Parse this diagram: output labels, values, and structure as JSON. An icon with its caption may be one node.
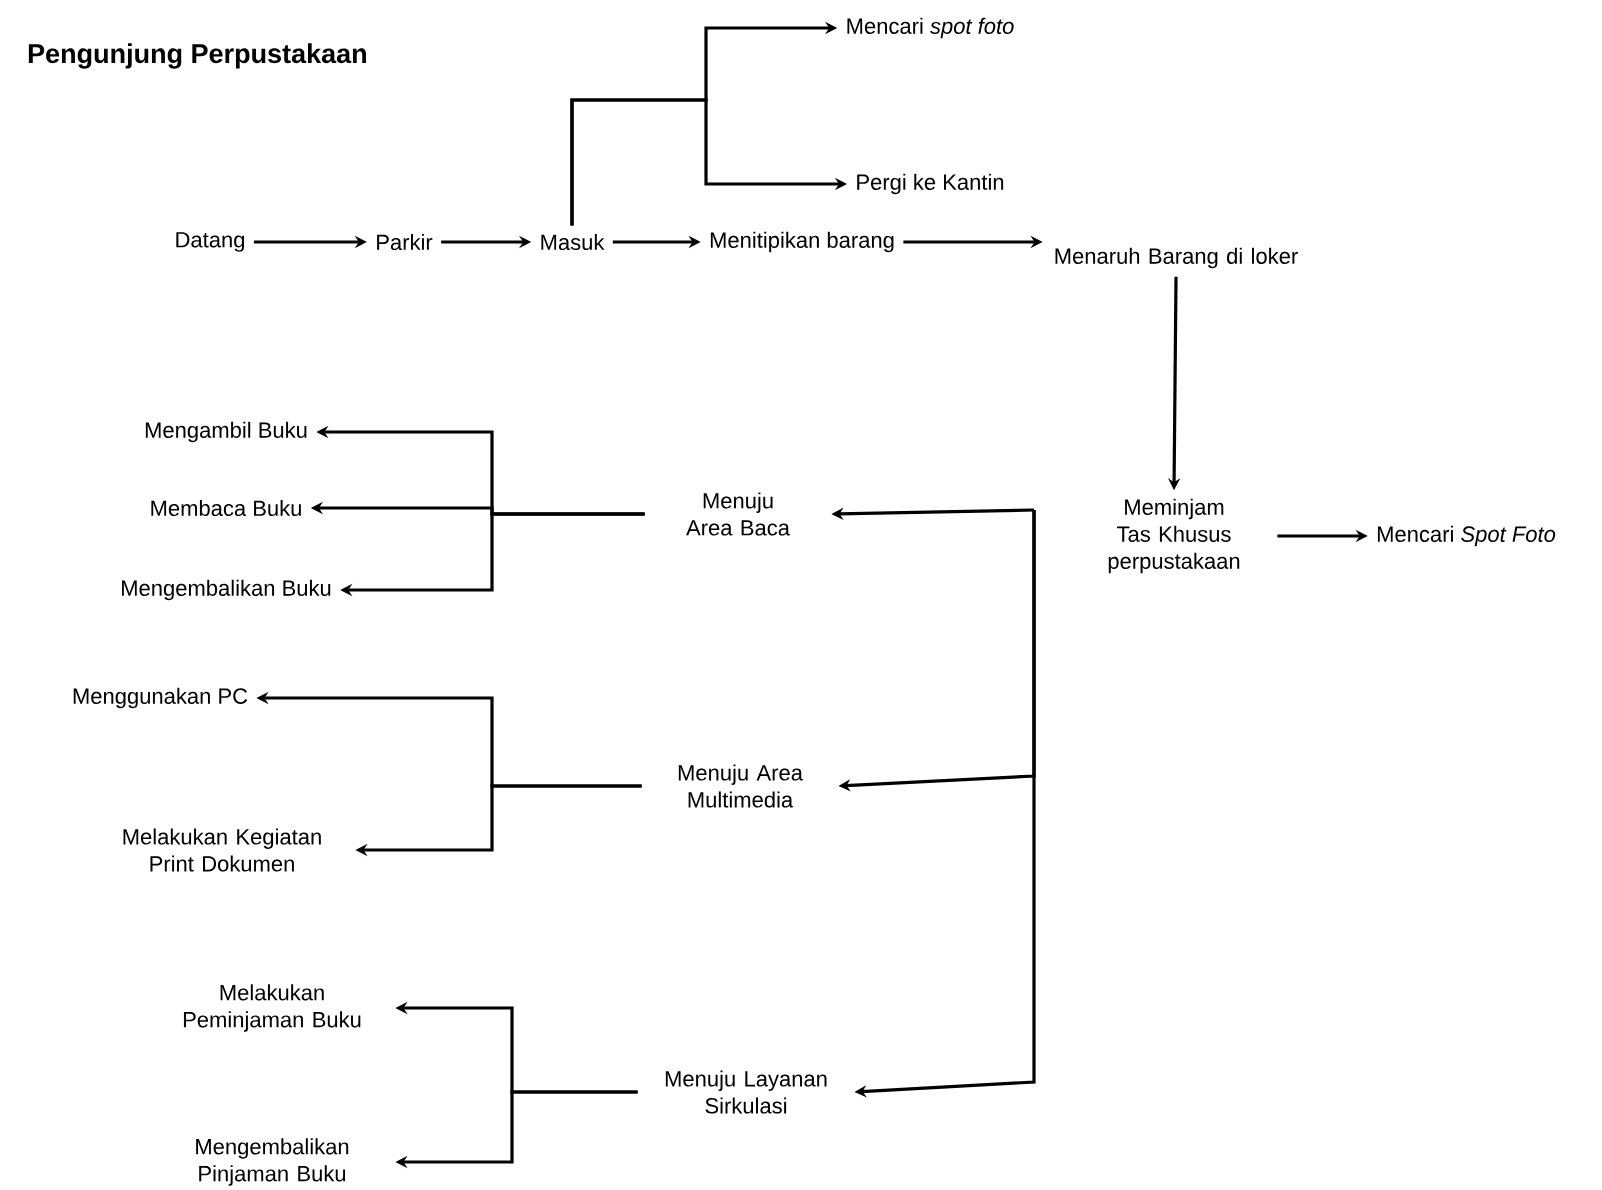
{
  "diagram": {
    "title": "Pengunjung Perpustakaan",
    "nodes": [
      {
        "text": [
          "Datang"
        ]
      },
      {
        "text": [
          "Parkir"
        ]
      },
      {
        "text": [
          "Masuk"
        ]
      },
      {
        "text": [
          "Menitipikan barang"
        ]
      },
      {
        "text": [
          "Mencari *spot foto*"
        ]
      },
      {
        "text": [
          "Pergi ke Kantin"
        ]
      },
      {
        "text": [
          "Menaruh Barang di loker"
        ]
      },
      {
        "text": [
          "Meminjam Tas Khusus perpustakaan"
        ]
      },
      {
        "text": [
          "Mencari *Spot Foto*"
        ]
      },
      {
        "text": [
          "Menuju Area Baca"
        ]
      },
      {
        "text": [
          "Mengambil Buku"
        ]
      },
      {
        "text": [
          "Membaca Buku"
        ]
      },
      {
        "text": [
          "Mengembalikan Buku"
        ]
      },
      {
        "text": [
          "Menuju Area Multimedia"
        ]
      },
      {
        "text": [
          "Menggunakan PC"
        ]
      },
      {
        "text": [
          "Melakukan Kegiatan Print Dokumen"
        ]
      },
      {
        "text": [
          "Menuju Layanan Sirkulasi"
        ]
      },
      {
        "text": [
          "Melakukan Peminjaman Buku"
        ]
      },
      {
        "text": [
          "Mengembalikan Pinjaman Buku"
        ]
      }
    ],
    "edges": [
      {
        "from": 0,
        "to": 1,
        "arrow": "to"
      },
      {
        "from": 1,
        "to": 2,
        "arrow": "to"
      },
      {
        "from": 2,
        "to": 3,
        "arrow": "to"
      },
      {
        "from": 2,
        "to": 4,
        "arrow": "to"
      },
      {
        "from": 2,
        "to": 5,
        "arrow": "to"
      },
      {
        "from": 3,
        "to": 6,
        "arrow": "to"
      },
      {
        "from": 6,
        "to": 7,
        "arrow": "to"
      },
      {
        "from": 7,
        "to": 8,
        "arrow": "to"
      },
      {
        "from": null,
        "to": 9,
        "arrow": "to"
      },
      {
        "from": null,
        "to": 13,
        "arrow": "to"
      },
      {
        "from": null,
        "to": 16,
        "arrow": "to"
      },
      {
        "from": 9,
        "to": 10,
        "arrow": "to"
      },
      {
        "from": 9,
        "to": 11,
        "arrow": "to"
      },
      {
        "from": 9,
        "to": 12,
        "arrow": "to"
      },
      {
        "from": 13,
        "to": 14,
        "arrow": "to"
      },
      {
        "from": 13,
        "to": 15,
        "arrow": "to"
      },
      {
        "from": 16,
        "to": 17,
        "arrow": "to"
      },
      {
        "from": 16,
        "to": 18,
        "arrow": "to"
      }
    ]
  }
}
